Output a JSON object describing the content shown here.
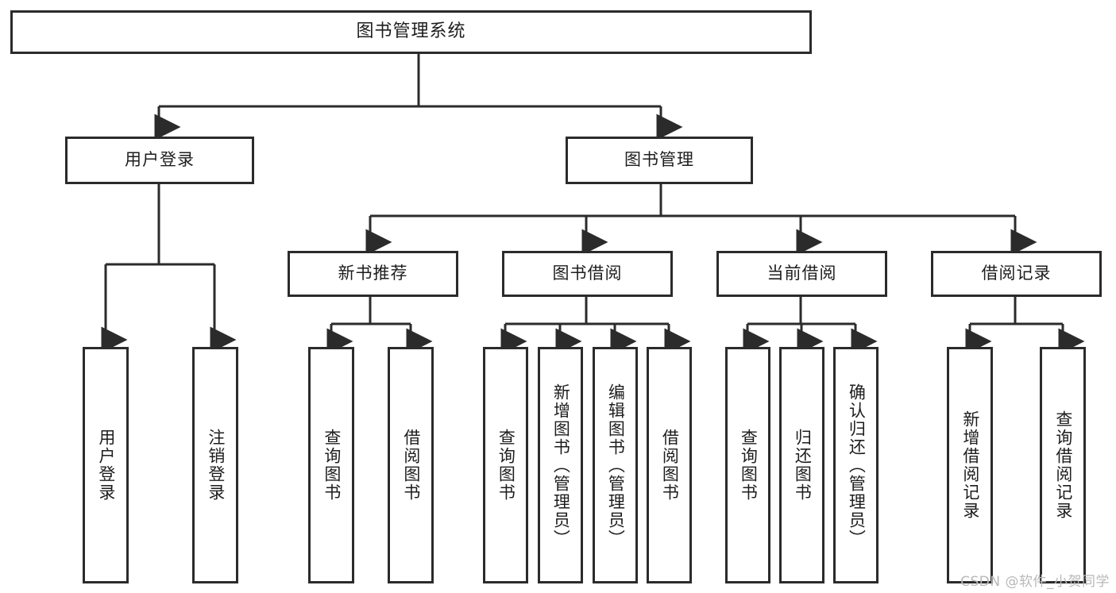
{
  "diagram": {
    "title": "图书管理系统",
    "watermark": "CSDN @软件_小贺同学",
    "line_color": "#2b2b2b",
    "box_fill": "#ffffff",
    "text_color": "#1d1d1d",
    "watermark_color": "#b8b8b8"
  },
  "nodes": {
    "root": {
      "label": "图书管理系统"
    },
    "level2": [
      {
        "label": "用户登录"
      },
      {
        "label": "图书管理"
      }
    ],
    "level3": [
      {
        "label": "新书推荐"
      },
      {
        "label": "图书借阅"
      },
      {
        "label": "当前借阅"
      },
      {
        "label": "借阅记录"
      }
    ],
    "leaves": {
      "user_login": [
        {
          "label": "用户登录"
        },
        {
          "label": "注销登录"
        }
      ],
      "new_book": [
        {
          "label": "查询图书"
        },
        {
          "label": "借阅图书"
        }
      ],
      "book_borrow": [
        {
          "label": "查询图书"
        },
        {
          "label": "新增图书（管理员）"
        },
        {
          "label": "编辑图书（管理员）"
        },
        {
          "label": "借阅图书"
        }
      ],
      "current_borrow": [
        {
          "label": "查询图书"
        },
        {
          "label": "归还图书"
        },
        {
          "label": "确认归还（管理员）"
        }
      ],
      "borrow_record": [
        {
          "label": "新增借阅记录"
        },
        {
          "label": "查询借阅记录"
        }
      ]
    }
  }
}
